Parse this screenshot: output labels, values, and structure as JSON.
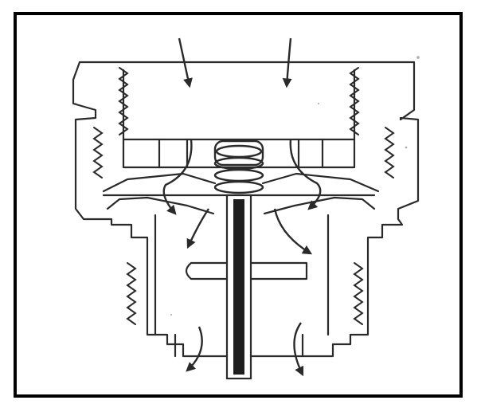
{
  "figure": {
    "kind": "valve cross-section drawing",
    "labels": [],
    "colors": {
      "ink": "#2a2a2a",
      "paper": "#ffffff",
      "frame": "#000000"
    },
    "flow_arrows": [
      {
        "name": "inlet-arrow-left",
        "direction": "down"
      },
      {
        "name": "inlet-arrow-right",
        "direction": "down"
      },
      {
        "name": "flow-arrow-upper-left",
        "direction": "down-left"
      },
      {
        "name": "flow-arrow-upper-right",
        "direction": "down-right"
      },
      {
        "name": "flow-arrow-middle-left",
        "direction": "down-left"
      },
      {
        "name": "flow-arrow-middle-right",
        "direction": "down-right"
      },
      {
        "name": "outlet-arrow-left",
        "direction": "down"
      },
      {
        "name": "outlet-arrow-right",
        "direction": "down"
      }
    ]
  }
}
